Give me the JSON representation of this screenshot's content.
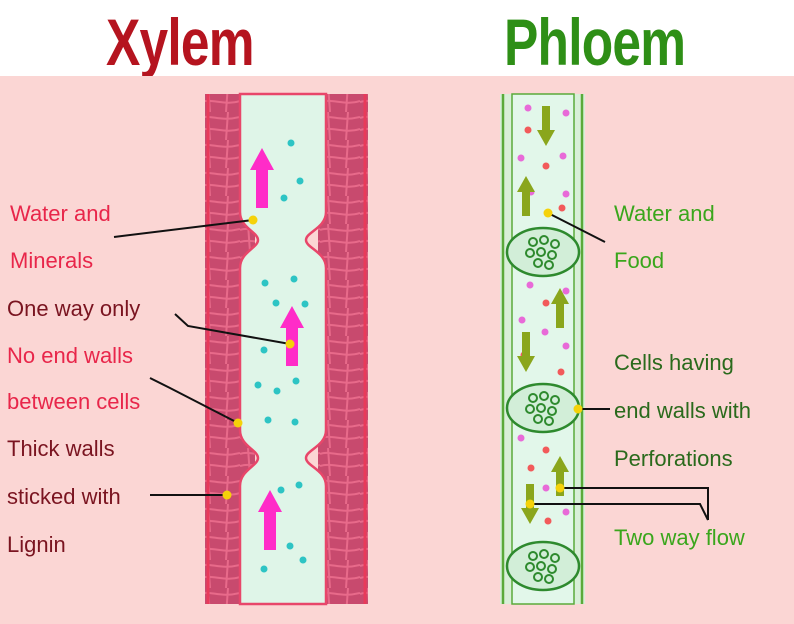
{
  "titles": {
    "xylem": "Xylem",
    "phloem": "Phloem"
  },
  "xylem_labels": {
    "water_and": "Water and",
    "minerals": "Minerals",
    "one_way_only": "One way only",
    "no_end_walls": "No end walls",
    "between_cells": "between cells",
    "thick_walls": "Thick walls",
    "sticked_with": "sticked with",
    "lignin": "Lignin"
  },
  "phloem_labels": {
    "water_and": "Water and",
    "food": "Food",
    "cells_having": "Cells having",
    "end_walls_with": "end walls with",
    "perforations": "Perforations",
    "two_way_flow": "Two way flow"
  },
  "colors": {
    "xylem_title": "#b5141f",
    "phloem_title": "#2e8f16",
    "background_panel": "#fbd6d4",
    "vessel_lumen": "#dff5e8",
    "xylem_wall": "#e8466a",
    "flow_arrow_xylem": "#ff2cc8",
    "flow_arrow_phloem": "#8aa61c",
    "pointer_dot": "#f5d20a"
  }
}
